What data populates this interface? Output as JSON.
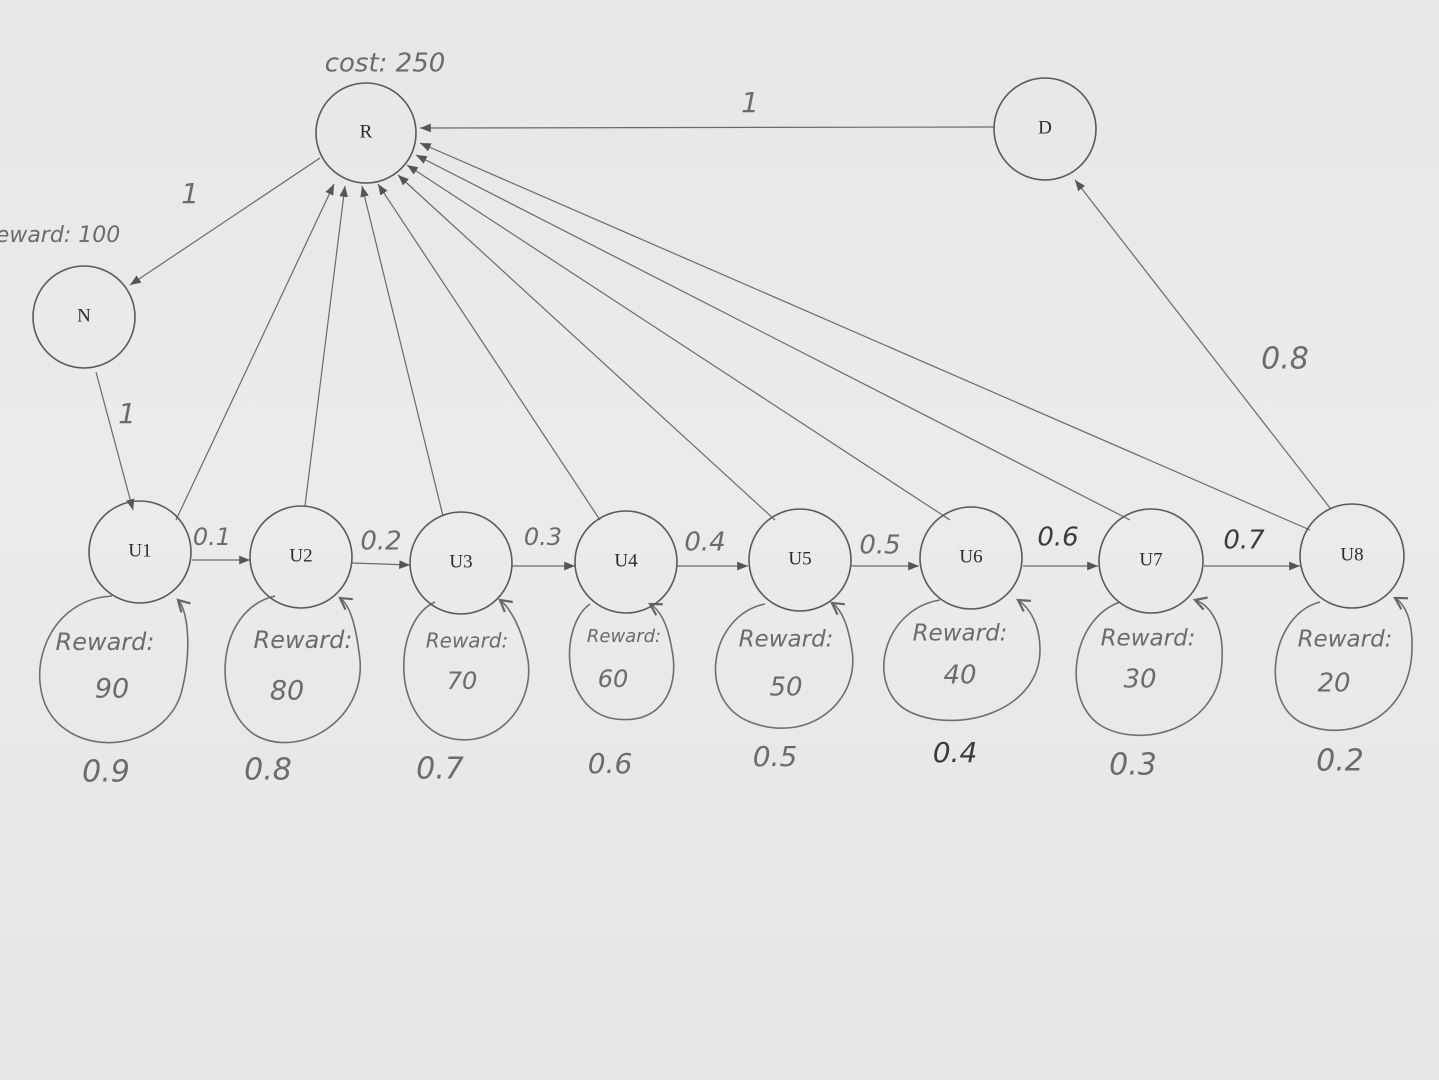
{
  "cost_label": "cost: 250",
  "n_reward_label": "eward: 100",
  "nodes": [
    {
      "id": "R",
      "label": "R"
    },
    {
      "id": "D",
      "label": "D"
    },
    {
      "id": "N",
      "label": "N"
    },
    {
      "id": "U1",
      "label": "U1"
    },
    {
      "id": "U2",
      "label": "U2"
    },
    {
      "id": "U3",
      "label": "U3"
    },
    {
      "id": "U4",
      "label": "U4"
    },
    {
      "id": "U5",
      "label": "U5"
    },
    {
      "id": "U6",
      "label": "U6"
    },
    {
      "id": "U7",
      "label": "U7"
    },
    {
      "id": "U8",
      "label": "U8"
    }
  ],
  "edge_labels": {
    "d_to_r": "1",
    "r_to_n": "1",
    "n_to_u1": "1",
    "u8_to_d": "0.8"
  },
  "chain_labels": [
    "0.1",
    "0.2",
    "0.3",
    "0.4",
    "0.5",
    "0.6",
    "0.7"
  ],
  "loops": [
    {
      "reward_word": "Reward:",
      "reward_value": "90",
      "prob": "0.9"
    },
    {
      "reward_word": "Reward:",
      "reward_value": "80",
      "prob": "0.8"
    },
    {
      "reward_word": "Reward:",
      "reward_value": "70",
      "prob": "0.7"
    },
    {
      "reward_word": "Reward:",
      "reward_value": "60",
      "prob": "0.6"
    },
    {
      "reward_word": "Reward:",
      "reward_value": "50",
      "prob": "0.5"
    },
    {
      "reward_word": "Reward:",
      "reward_value": "40",
      "prob": "0.4"
    },
    {
      "reward_word": "Reward:",
      "reward_value": "30",
      "prob": "0.3"
    },
    {
      "reward_word": "Reward:",
      "reward_value": "20",
      "prob": "0.2"
    }
  ]
}
